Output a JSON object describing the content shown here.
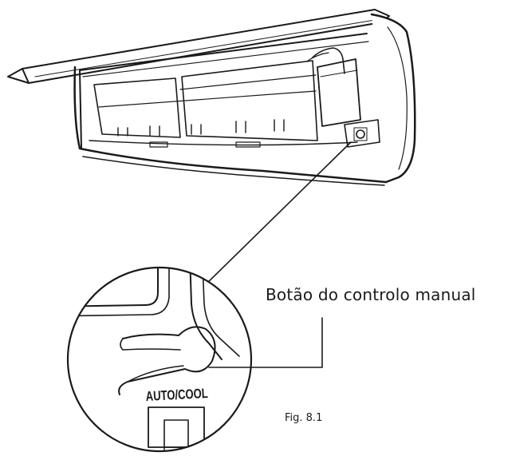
{
  "diagram": {
    "callout_label": "Botão do controlo manual",
    "button_marking": "AUTO/COOL",
    "figure_caption": "Fig. 8.1"
  },
  "colors": {
    "ink": "#1a1a1a",
    "background": "#ffffff"
  }
}
